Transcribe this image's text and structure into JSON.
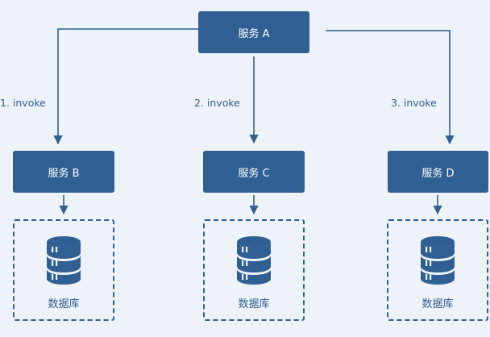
{
  "nodes": {
    "a": "服务 A",
    "b": "服务 B",
    "c": "服务 C",
    "d": "服务 D"
  },
  "edges": {
    "e1": "1. invoke",
    "e2": "2. invoke",
    "e3": "3. invoke"
  },
  "databases": {
    "db1": "数据库",
    "db2": "数据库",
    "db3": "数据库"
  },
  "colors": {
    "node_fill": "#2f5f93",
    "line": "#2f5f93",
    "background": "#eef3f9"
  },
  "icons": {
    "database": "database-icon"
  }
}
